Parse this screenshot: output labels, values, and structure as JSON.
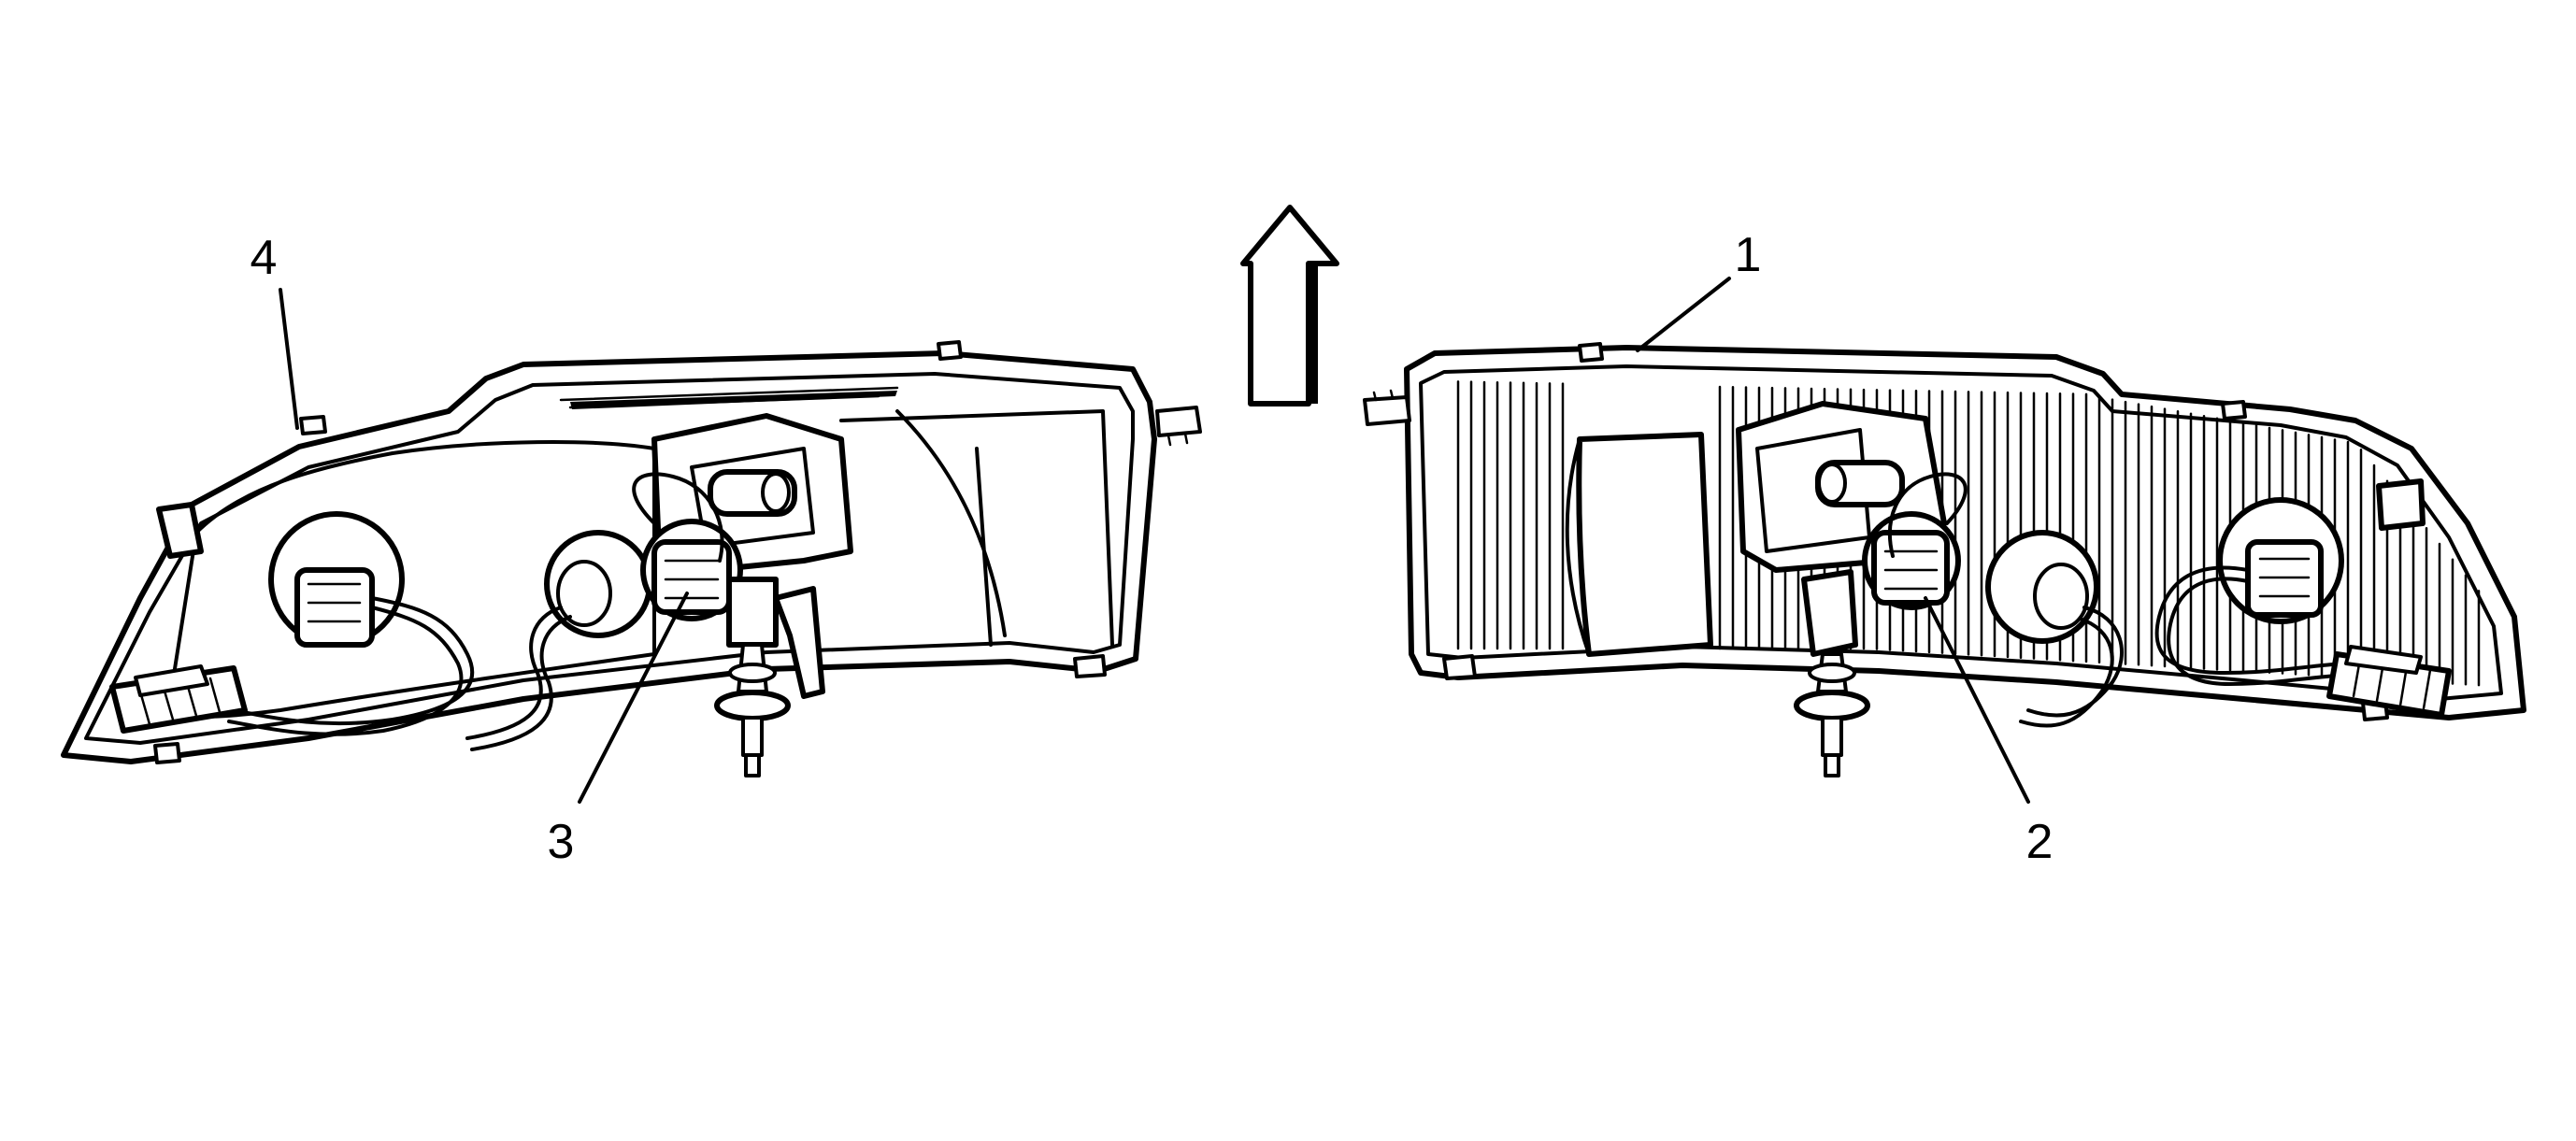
{
  "callouts": [
    {
      "id": "1",
      "label": "1"
    },
    {
      "id": "2",
      "label": "2"
    },
    {
      "id": "3",
      "label": "3"
    },
    {
      "id": "4",
      "label": "4"
    }
  ],
  "icons": {
    "direction_arrow": "up-arrow-icon"
  }
}
